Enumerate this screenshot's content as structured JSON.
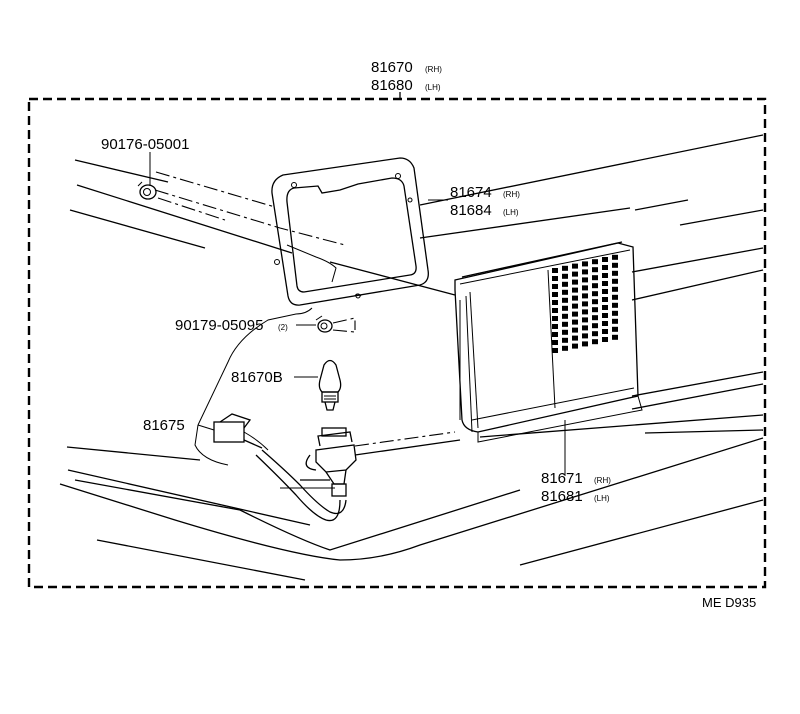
{
  "assembly": {
    "part_rh": "81670",
    "side_rh": "(RH)",
    "part_lh": "81680",
    "side_lh": "(LH)"
  },
  "gasket": {
    "part_rh": "81674",
    "side_rh": "(RH)",
    "part_lh": "81684",
    "side_lh": "(LH)"
  },
  "lens": {
    "part_rh": "81671",
    "side_rh": "(RH)",
    "part_lh": "81681",
    "side_lh": "(LH)"
  },
  "nut": {
    "part": "90176-05001"
  },
  "screw": {
    "part": "90179-05095",
    "qty": "(2)"
  },
  "bulb": {
    "part": "81670B"
  },
  "socket": {
    "part": "81675"
  },
  "diagram_code": "ME D935"
}
